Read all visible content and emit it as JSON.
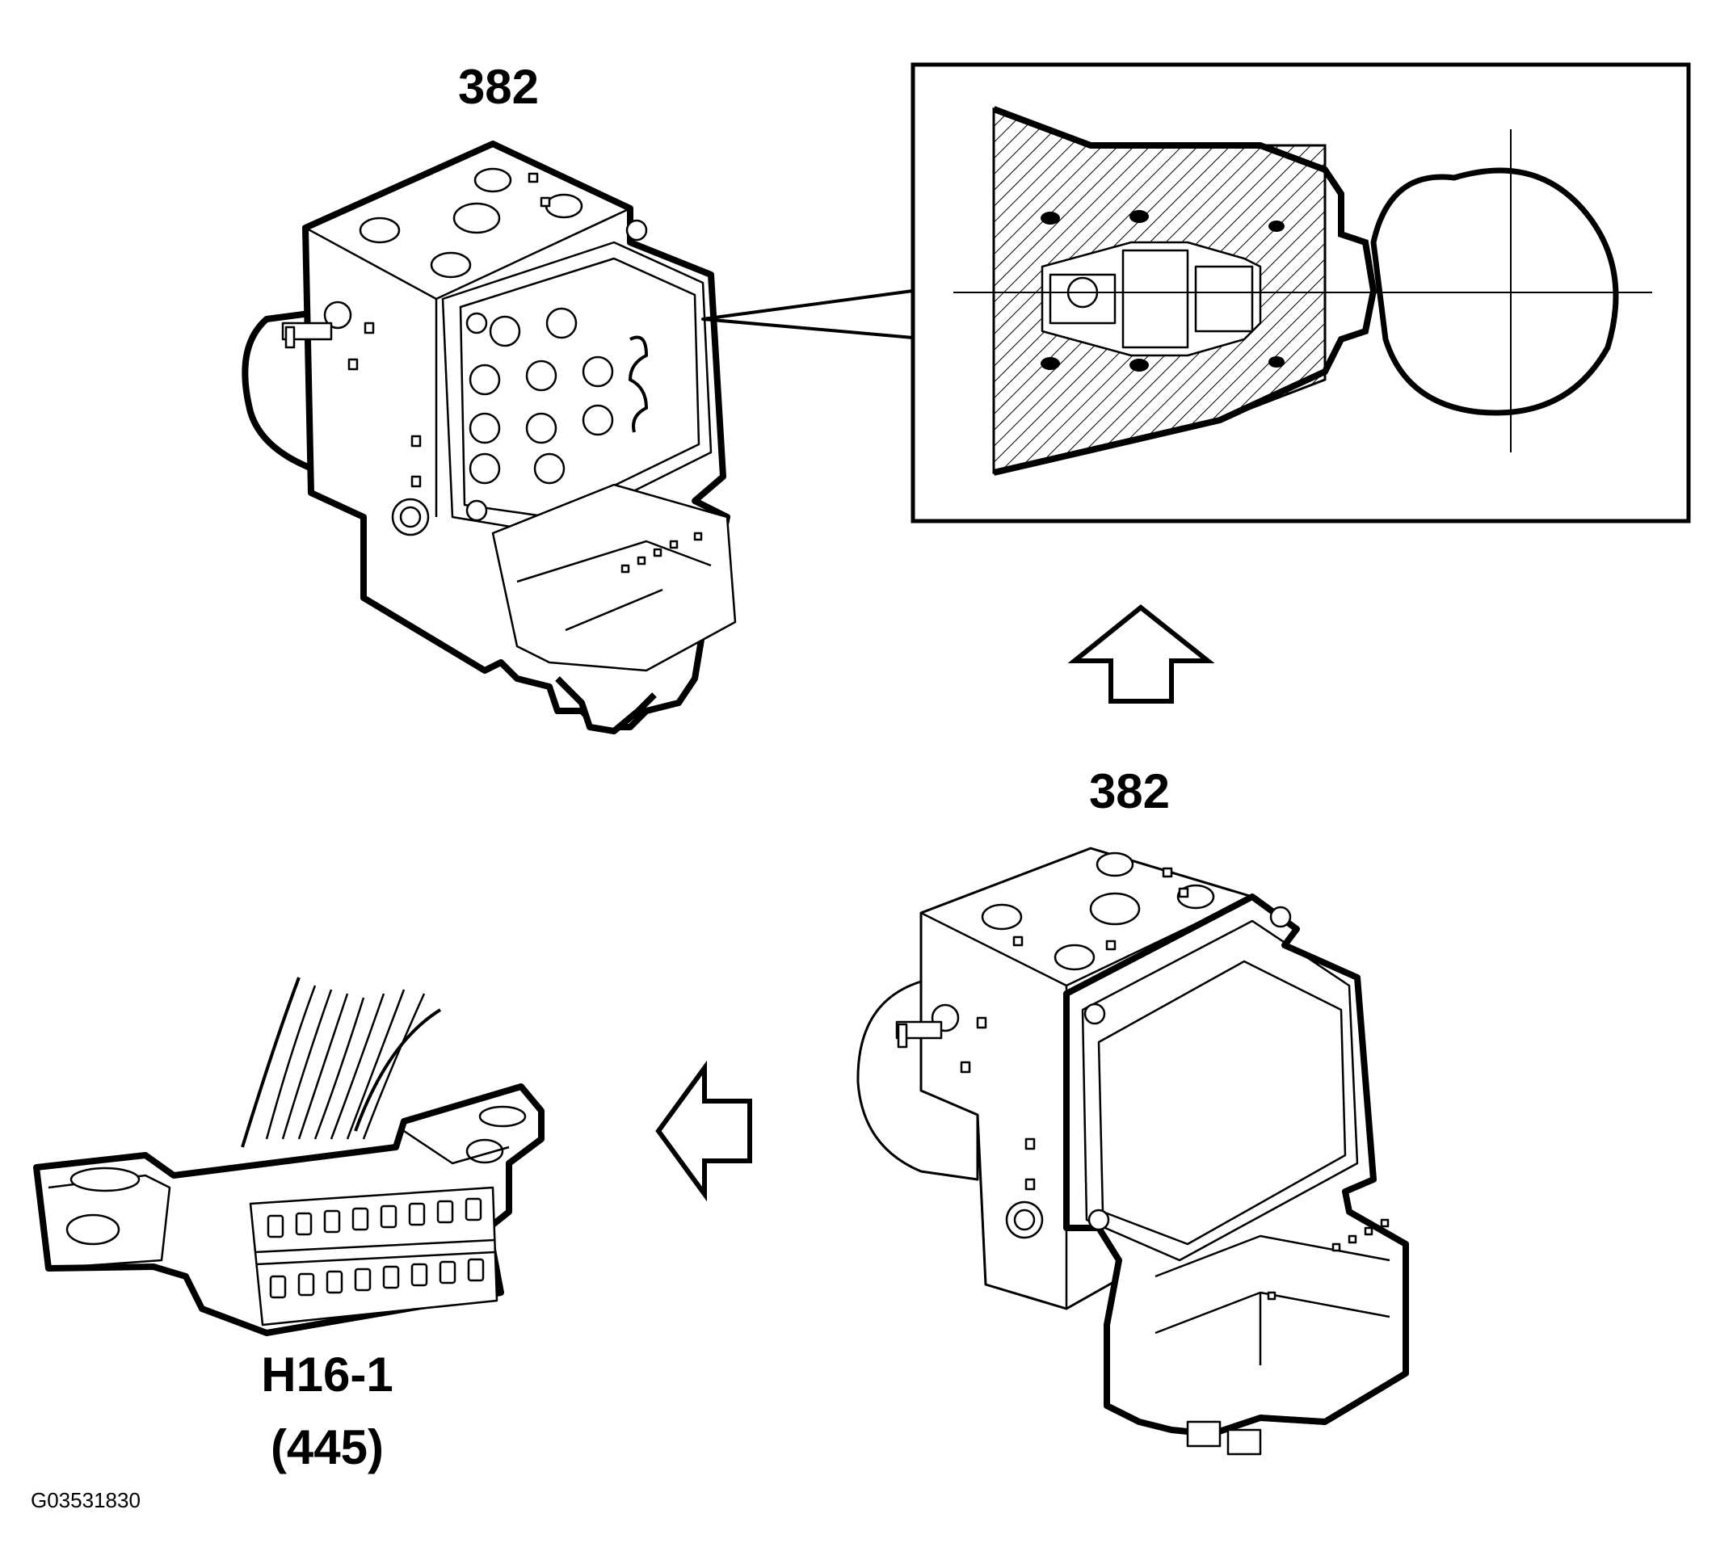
{
  "labels": {
    "top_module": "382",
    "bottom_module": "382",
    "connector_line1": "H16-1",
    "connector_line2": "(445)",
    "figure_id": "G03531830"
  }
}
